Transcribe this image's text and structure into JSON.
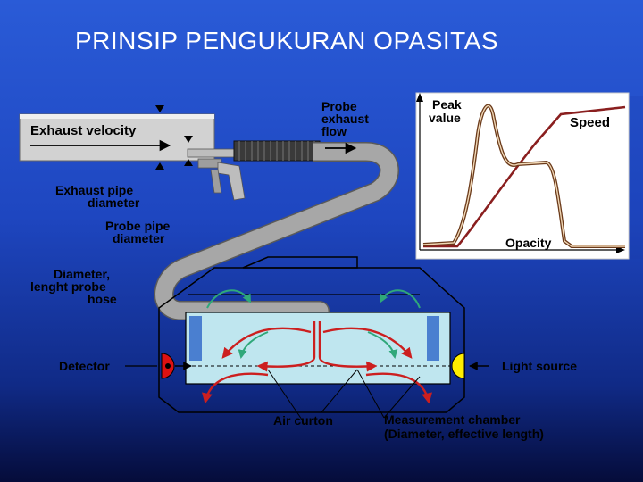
{
  "title": "PRINSIP PENGUKURAN OPASITAS",
  "labels": {
    "exhaust_velocity": "Exhaust velocity",
    "probe_exhaust_flow": [
      "Probe",
      "exhaust",
      "flow"
    ],
    "exhaust_pipe_diameter": [
      "Exhaust pipe",
      "diameter"
    ],
    "probe_pipe_diameter": [
      "Probe pipe",
      "diameter"
    ],
    "diameter_probe_hose": [
      "Diameter,",
      "lenght probe",
      "hose"
    ],
    "detector": "Detector",
    "light_source": "Light source",
    "air_curton": "Air curton",
    "measurement_chamber": [
      "Measurement chamber",
      "(Diameter, effective length)"
    ]
  },
  "graph": {
    "peak_value": [
      "Peak",
      "value"
    ],
    "speed": "Speed",
    "opacity": "Opacity"
  },
  "colors": {
    "background": "#1e46c0",
    "hose": "#a7a7a7",
    "chamber": "#bfe6ef",
    "red_flow": "#cc1f1f",
    "green_flow": "#2fa87a",
    "detector": "#dd1111",
    "light_source": "#ffee00"
  }
}
